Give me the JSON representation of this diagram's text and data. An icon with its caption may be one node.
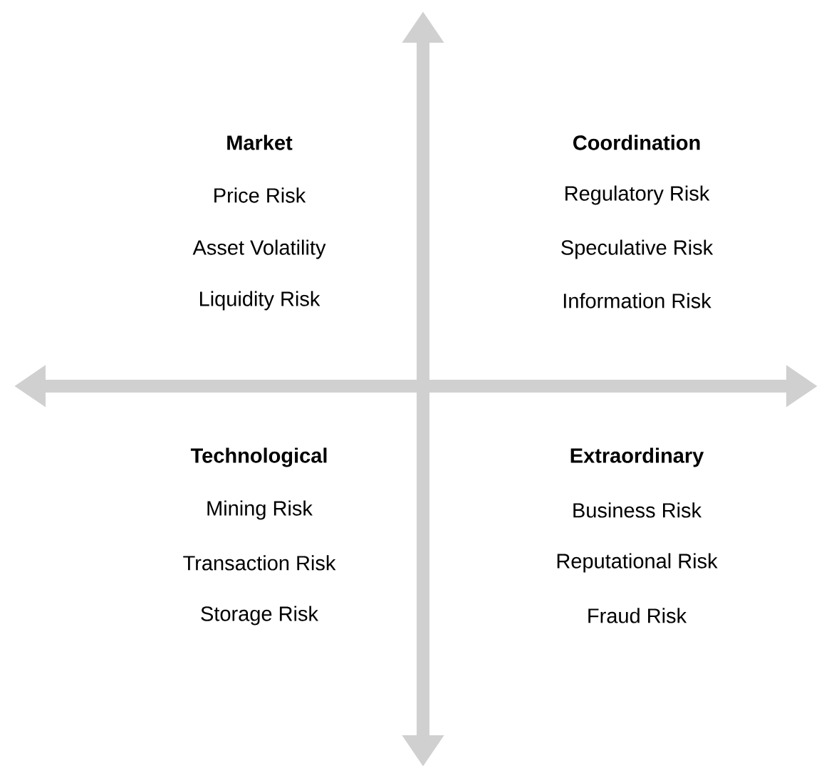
{
  "diagram": {
    "labels": [
      "Market",
      "Price Risk",
      "Asset Volatility",
      "Liquidity Risk",
      "Coordination",
      "Regulatory Risk",
      "Speculative Risk",
      "Information Risk",
      "Technological",
      "Mining Risk",
      "Transaction Risk",
      "Storage Risk",
      "Extraordinary",
      "Business Risk",
      "Reputational Risk",
      "Fraud Risk"
    ]
  }
}
